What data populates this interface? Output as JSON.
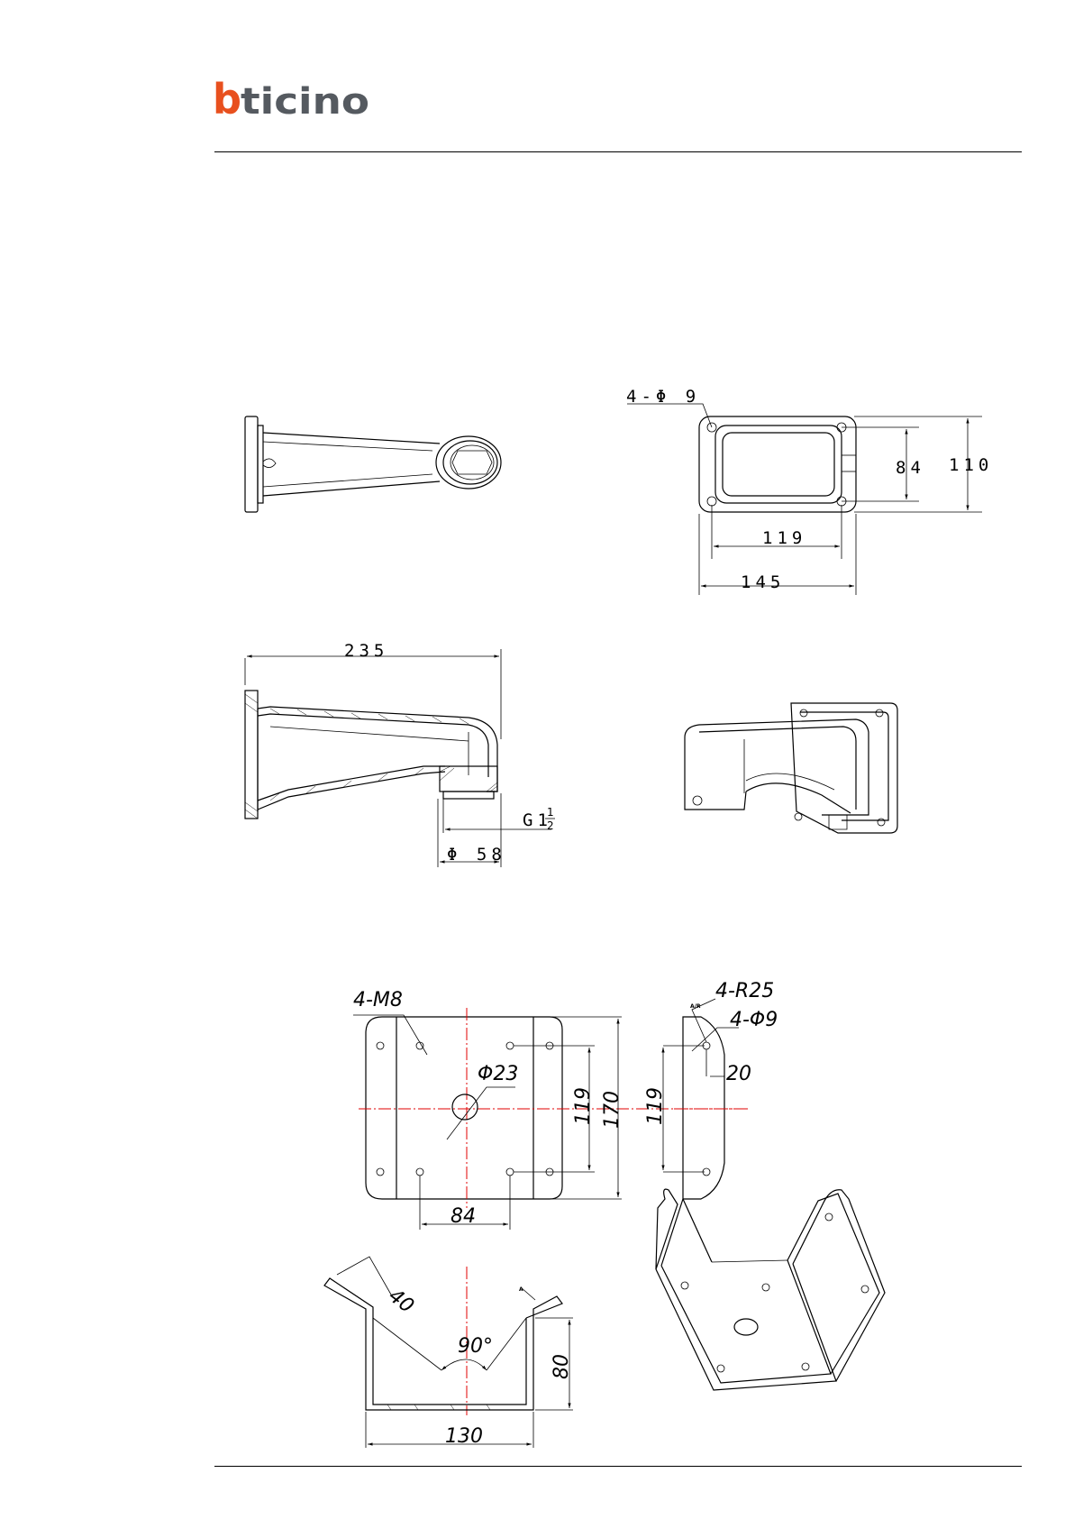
{
  "brand": {
    "name": "bticino",
    "first_letter": "b",
    "rest": "ticino",
    "accent_color": "#e8501e",
    "text_color": "#555a60"
  },
  "bracket": {
    "holes_label": "4-Φ 9",
    "width_145": "145",
    "width_119": "119",
    "height_84": "84",
    "height_110": "110",
    "length_235": "235",
    "thread_label": "G1",
    "thread_num": "1",
    "thread_den": "2",
    "outlet_dia": "Φ 58"
  },
  "adapter": {
    "tapped_holes": "4-M8",
    "center_hole": "Φ23",
    "height_170": "170",
    "height_119a": "119",
    "width_84": "84",
    "radius_label": "4-R25",
    "holes_label": "4-Φ9",
    "height_119b": "119",
    "offset_20": "20",
    "flange_40": "40",
    "angle_90": "90°",
    "depth_80": "80",
    "width_130": "130",
    "small_note_1": "A/R",
    "small_note_2": "A"
  }
}
